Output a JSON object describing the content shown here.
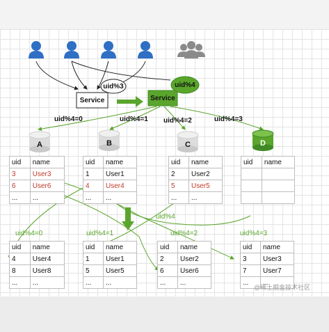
{
  "services": [
    {
      "label": "Service",
      "badge": "uid%3"
    },
    {
      "label": "Service",
      "badge": "uid%4"
    }
  ],
  "routes": [
    "uid%4=0",
    "uid%4=1",
    "uid%4=2",
    "uid%4=3"
  ],
  "migration_label": "uid%4",
  "databases": [
    "A",
    "B",
    "C",
    "D"
  ],
  "columns": [
    "uid",
    "name"
  ],
  "old_tables": [
    {
      "rows": [
        {
          "uid": "3",
          "name": "User3",
          "red": true
        },
        {
          "uid": "6",
          "name": "User6",
          "red": true
        },
        {
          "uid": "...",
          "name": "...",
          "red": false
        }
      ]
    },
    {
      "rows": [
        {
          "uid": "1",
          "name": "User1",
          "red": false
        },
        {
          "uid": "4",
          "name": "User4",
          "red": true
        },
        {
          "uid": "...",
          "name": "...",
          "red": false
        }
      ]
    },
    {
      "rows": [
        {
          "uid": "2",
          "name": "User2",
          "red": false
        },
        {
          "uid": "5",
          "name": "User5",
          "red": true
        },
        {
          "uid": "...",
          "name": "...",
          "red": false
        }
      ]
    },
    {
      "rows": [
        {
          "uid": "",
          "name": "",
          "red": false
        },
        {
          "uid": "",
          "name": "",
          "red": false
        },
        {
          "uid": "",
          "name": "",
          "red": false
        }
      ]
    }
  ],
  "new_tables": [
    {
      "route": "uid%4=0",
      "rows": [
        {
          "uid": "4",
          "name": "User4"
        },
        {
          "uid": "8",
          "name": "User8"
        },
        {
          "uid": "...",
          "name": "..."
        }
      ]
    },
    {
      "route": "uid%4=1",
      "rows": [
        {
          "uid": "1",
          "name": "User1"
        },
        {
          "uid": "5",
          "name": "User5"
        },
        {
          "uid": "...",
          "name": "..."
        }
      ]
    },
    {
      "route": "uid%4=2",
      "rows": [
        {
          "uid": "2",
          "name": "User2"
        },
        {
          "uid": "6",
          "name": "User6"
        },
        {
          "uid": "...",
          "name": "..."
        }
      ]
    },
    {
      "route": "uid%4=3",
      "rows": [
        {
          "uid": "3",
          "name": "User3"
        },
        {
          "uid": "7",
          "name": "User7"
        },
        {
          "uid": "...",
          "name": "..."
        }
      ]
    }
  ],
  "watermark": "@稀土掘金技术社区",
  "colors": {
    "green": "#5aa52c",
    "dark_green": "#3f8a24",
    "user_blue": "#2f6fc4",
    "user_gray": "#8a8a8a",
    "red": "#c0392b",
    "grid": "#e4e4e4"
  }
}
